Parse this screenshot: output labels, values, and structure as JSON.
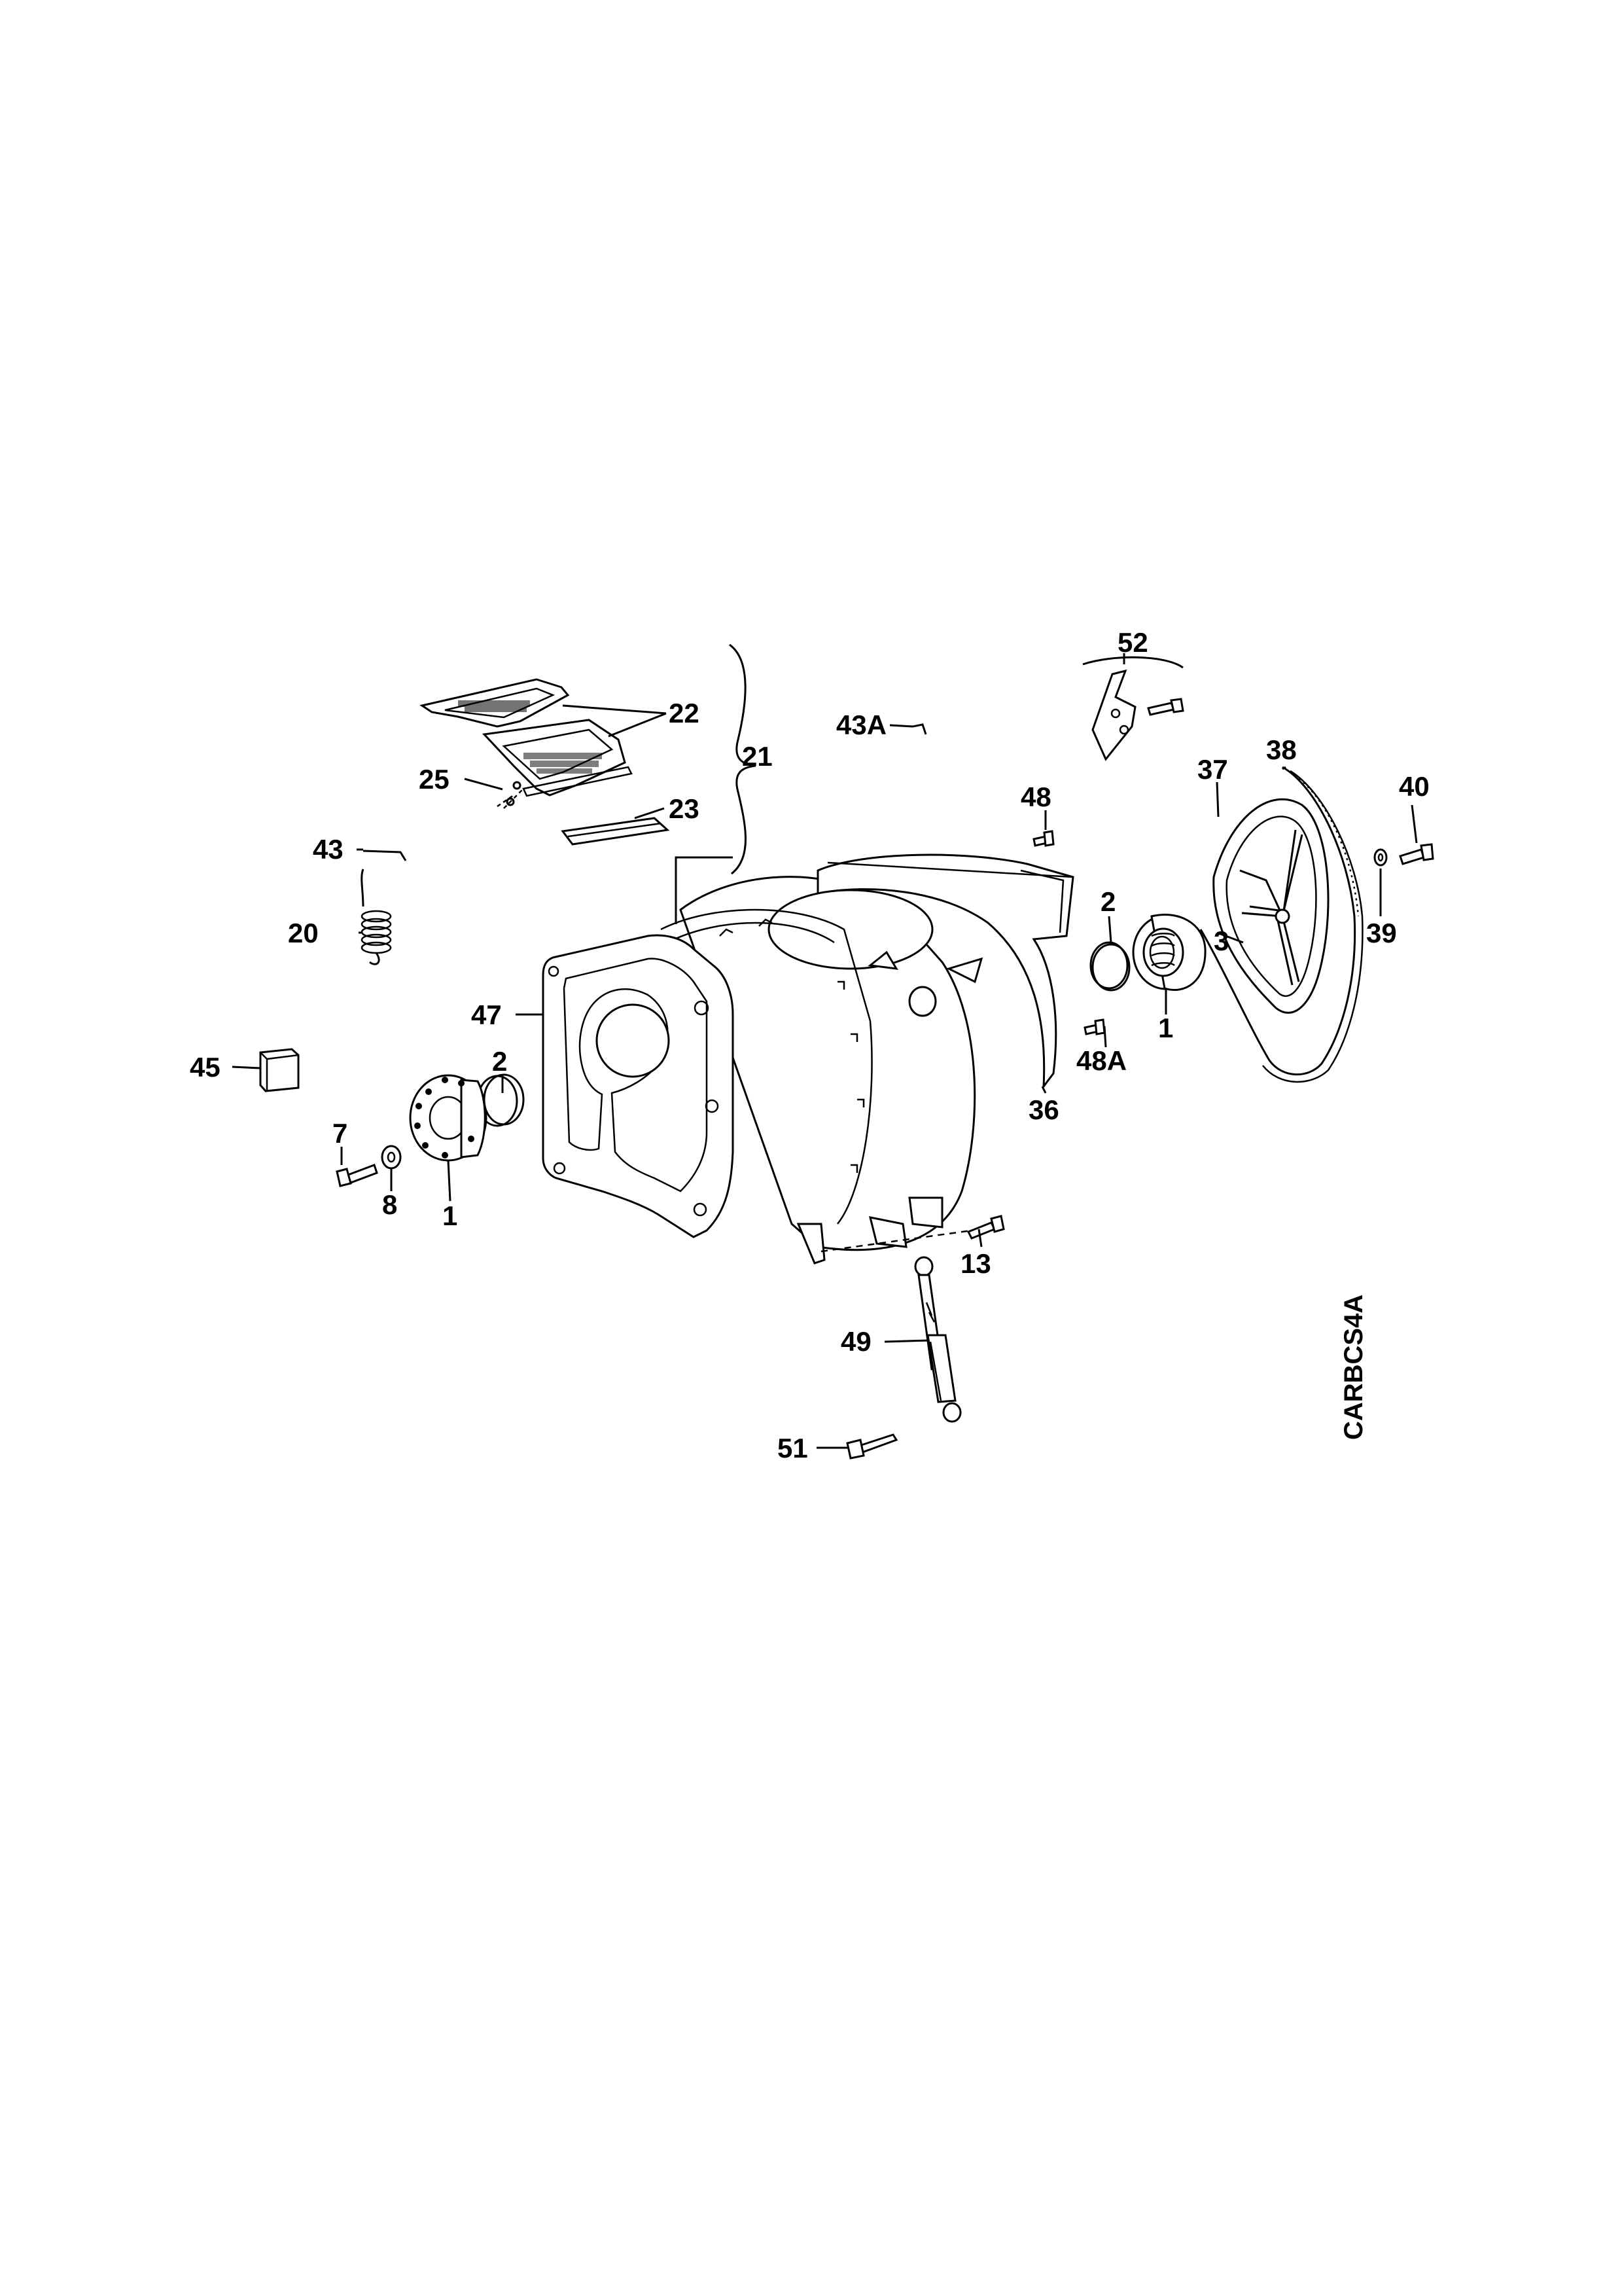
{
  "diagram": {
    "drawing_code": "CARBCS4A",
    "callouts": [
      {
        "id": "c22",
        "text": "22"
      },
      {
        "id": "c21",
        "text": "21"
      },
      {
        "id": "c25",
        "text": "25"
      },
      {
        "id": "c23",
        "text": "23"
      },
      {
        "id": "c43",
        "text": "43"
      },
      {
        "id": "c20",
        "text": "20"
      },
      {
        "id": "c43A",
        "text": "43A"
      },
      {
        "id": "c52",
        "text": "52"
      },
      {
        "id": "c48",
        "text": "48"
      },
      {
        "id": "c37",
        "text": "37"
      },
      {
        "id": "c38",
        "text": "38"
      },
      {
        "id": "c40",
        "text": "40"
      },
      {
        "id": "c2r",
        "text": "2"
      },
      {
        "id": "c3",
        "text": "3"
      },
      {
        "id": "c39",
        "text": "39"
      },
      {
        "id": "c1r",
        "text": "1"
      },
      {
        "id": "c48A",
        "text": "48A"
      },
      {
        "id": "c47",
        "text": "47"
      },
      {
        "id": "c36",
        "text": "36"
      },
      {
        "id": "c45",
        "text": "45"
      },
      {
        "id": "c2l",
        "text": "2"
      },
      {
        "id": "c7",
        "text": "7"
      },
      {
        "id": "c8",
        "text": "8"
      },
      {
        "id": "c1l",
        "text": "1"
      },
      {
        "id": "c13",
        "text": "13"
      },
      {
        "id": "c49",
        "text": "49"
      },
      {
        "id": "c51",
        "text": "51"
      }
    ]
  }
}
